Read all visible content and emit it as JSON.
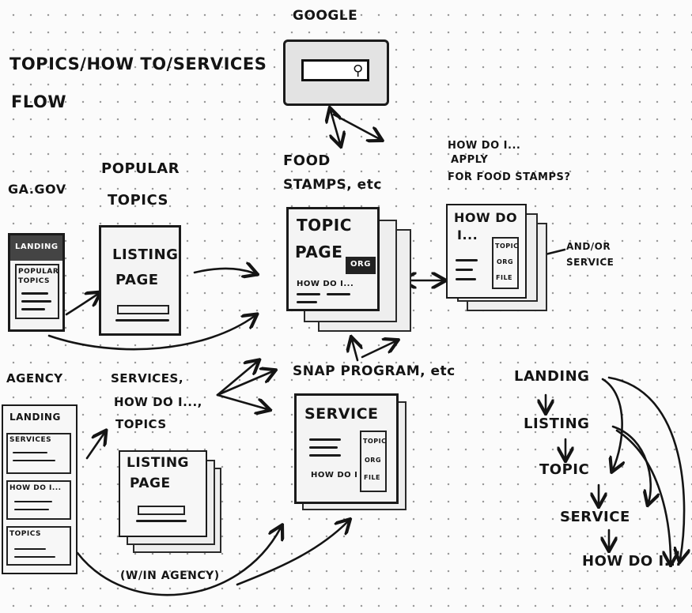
{
  "flow_title_line1": "TOPICS/HOW TO/SERVICES",
  "flow_title_line2": "FLOW",
  "google": {
    "label": "GOOGLE"
  },
  "ga_gov": {
    "label": "GA.GOV",
    "landing": "LANDING",
    "popular": "POPULAR",
    "topics": "TOPICS"
  },
  "popular_topics": {
    "line1": "POPULAR",
    "line2": "TOPICS",
    "listing1": "LISTING",
    "listing2": "PAGE"
  },
  "food_stamps": {
    "line1": "FOOD",
    "line2": "STAMPS, etc"
  },
  "topic_page": {
    "line1": "TOPIC",
    "line2": "PAGE",
    "howdoi": "HOW DO I...",
    "org": "ORG"
  },
  "how_do_i_question": {
    "line1": "HOW DO I...",
    "line2": "APPLY",
    "line3": "FOR FOOD STAMPS?"
  },
  "how_do_page": {
    "line1": "HOW DO",
    "line2": "I...",
    "side1": "TOPIC",
    "side2": "ORG",
    "side3": "FILE"
  },
  "and_or_service": {
    "line1": "AND/OR",
    "line2": "SERVICE"
  },
  "agency": {
    "label": "AGENCY",
    "landing": "LANDING",
    "services": "SERVICES",
    "howdoi": "HOW DO I...",
    "topics": "TOPICS"
  },
  "services_label": {
    "line1": "SERVICES,",
    "line2": "HOW DO I...,",
    "line3": "TOPICS"
  },
  "agency_listing": {
    "line1": "LISTING",
    "line2": "PAGE",
    "caption": "(W/IN AGENCY)"
  },
  "snap": {
    "label": "SNAP PROGRAM, etc"
  },
  "service_page": {
    "title": "SERVICE",
    "howdoi": "HOW DO I",
    "side1": "TOPIC",
    "side2": "ORG",
    "side3": "FILE"
  },
  "hierarchy": {
    "items": [
      "LANDING",
      "LISTING",
      "TOPIC",
      "SERVICE",
      "HOW DO I..."
    ]
  }
}
